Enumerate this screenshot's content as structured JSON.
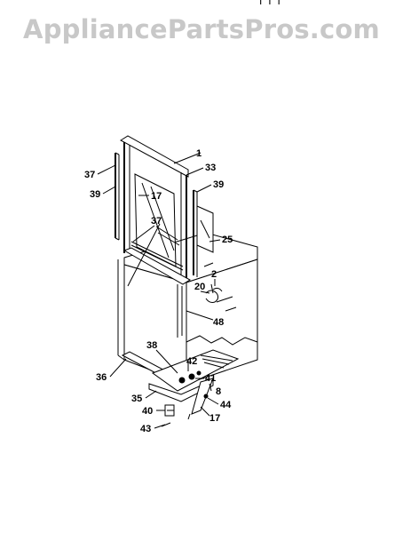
{
  "watermark": "AppliancePartsPros.com",
  "top_mark": "T T T",
  "part_labels": [
    "1",
    "33",
    "37",
    "39",
    "17",
    "39",
    "37",
    "25",
    "2",
    "20",
    "48",
    "38",
    "42",
    "41",
    "36",
    "8",
    "35",
    "44",
    "40",
    "17",
    "43"
  ],
  "colors": {
    "watermark": "#c8c8c8",
    "ink": "#000000",
    "background": "#ffffff"
  }
}
